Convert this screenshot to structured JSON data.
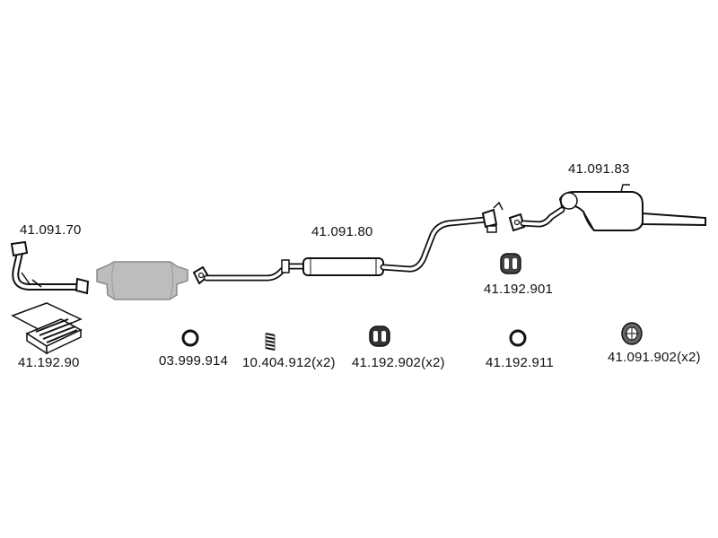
{
  "parts": {
    "front_pipe": {
      "number": "41.091.70",
      "icon": "front-pipe"
    },
    "middle_pipe": {
      "number": "41.091.80",
      "icon": "middle-silencer-pipe"
    },
    "rear_silencer": {
      "number": "41.091.83",
      "icon": "rear-silencer"
    },
    "hanger_901": {
      "number": "41.192.901",
      "icon": "rubber-hanger"
    },
    "mounting_kit": {
      "number": "41.192.90",
      "icon": "mounting-kit-box"
    },
    "ring_914": {
      "number": "03.999.914",
      "icon": "sealing-ring"
    },
    "spring": {
      "number": "10.404.912(x2)",
      "icon": "spring"
    },
    "hanger_902": {
      "number": "41.192.902(x2)",
      "icon": "rubber-hanger"
    },
    "ring_911": {
      "number": "41.192.911",
      "icon": "sealing-ring"
    },
    "hanger_091_902": {
      "number": "41.091.902(x2)",
      "icon": "rubber-mount"
    }
  },
  "catalytic_converter": {
    "icon": "catalytic-converter",
    "color": "#bdbdbd"
  }
}
